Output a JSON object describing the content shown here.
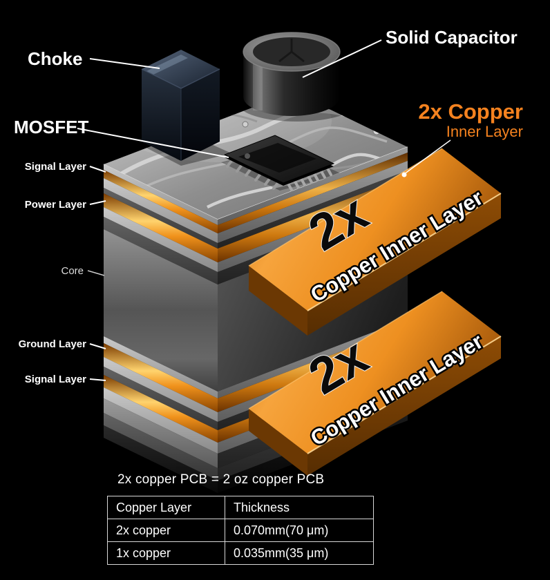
{
  "colors": {
    "background": "#000000",
    "copper_accent": "#f5821f",
    "copper_slab": "#ee9021",
    "label_white": "#ffffff"
  },
  "callouts": {
    "choke": "Choke",
    "solid_capacitor": "Solid Capacitor",
    "mosfet": "MOSFET",
    "copper_title": "2x Copper",
    "copper_subtitle": "Inner Layer"
  },
  "layer_labels": {
    "signal_top": "Signal Layer",
    "power": "Power Layer",
    "core": "Core",
    "ground": "Ground Layer",
    "signal_bottom": "Signal Layer"
  },
  "slabs": {
    "upper": {
      "multiplier": "2x",
      "label": "Copper Inner Layer"
    },
    "lower": {
      "multiplier": "2x",
      "label": "Copper Inner Layer"
    }
  },
  "table": {
    "caption": "2x copper PCB = 2 oz copper PCB",
    "headers": [
      "Copper Layer",
      "Thickness"
    ],
    "rows": [
      [
        "2x copper",
        "0.070mm(70 μm)"
      ],
      [
        "1x copper",
        "0.035mm(35 μm)"
      ]
    ]
  }
}
